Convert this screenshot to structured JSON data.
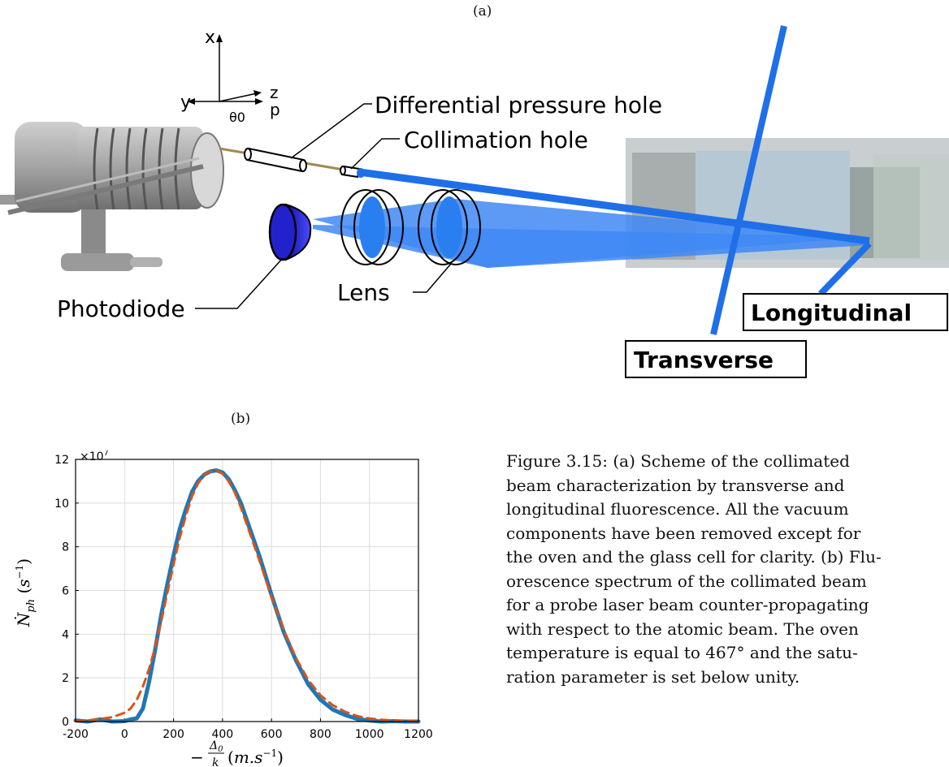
{
  "panel_a_label": "(a)",
  "panel_b_label": "(b)",
  "scheme": {
    "axes": {
      "x": "x",
      "y": "y",
      "z": "z",
      "p": "p",
      "theta": "θ0"
    },
    "labels": {
      "differential_pressure_hole": "Differential pressure hole",
      "collimation_hole": "Collimation hole",
      "photodiode": "Photodiode",
      "lens": "Lens",
      "longitudinal": "Longitudinal",
      "transverse": "Transverse"
    },
    "colors": {
      "laser": "#1f6fe8",
      "photodiode": "#2222cc",
      "lens_fill": "#2a7ff0"
    }
  },
  "caption_lines": [
    "Figure 3.15: (a) Scheme of the collimated",
    "beam characterization by transverse and",
    "longitudinal fluorescence. All the vacuum",
    "components have been removed except for",
    "the oven and the glass cell for clarity. (b) Flu-",
    "orescence spectrum of the collimated beam",
    "for a probe laser beam counter-propagating",
    "with respect to the atomic beam. The oven",
    "temperature is equal to 467° and the satu-",
    "ration parameter is set below unity."
  ],
  "chart_data": {
    "type": "line",
    "title": "",
    "xlabel": "−Δ0/k (m.s−1)",
    "ylabel": "Ṅph (s−1)",
    "y_multiplier": "×10^7",
    "xlim": [
      -200,
      1200
    ],
    "ylim": [
      0,
      12
    ],
    "xticks": [
      -200,
      0,
      200,
      400,
      600,
      800,
      1000,
      1200
    ],
    "yticks": [
      0,
      2,
      4,
      6,
      8,
      10,
      12
    ],
    "grid": true,
    "series": [
      {
        "style": "solid",
        "color": "#1f77b4",
        "x": [
          -200,
          -150,
          -100,
          -50,
          0,
          25,
          50,
          75,
          100,
          125,
          150,
          175,
          200,
          225,
          250,
          275,
          300,
          325,
          350,
          375,
          400,
          425,
          450,
          475,
          500,
          550,
          600,
          650,
          700,
          750,
          800,
          850,
          900,
          950,
          1000,
          1050,
          1100,
          1150,
          1200
        ],
        "y": [
          0.05,
          0.0,
          0.1,
          0.0,
          0.02,
          0.1,
          0.15,
          0.6,
          1.8,
          3.3,
          4.9,
          6.3,
          7.6,
          8.8,
          9.7,
          10.5,
          11.0,
          11.3,
          11.45,
          11.5,
          11.4,
          11.1,
          10.6,
          10.0,
          9.2,
          7.6,
          5.8,
          4.1,
          2.8,
          1.7,
          1.0,
          0.55,
          0.3,
          0.12,
          0.05,
          0.0,
          0.02,
          0.0,
          0.0
        ]
      },
      {
        "style": "dashed",
        "color": "#d95319",
        "x": [
          -200,
          -150,
          -100,
          -50,
          0,
          25,
          50,
          75,
          100,
          125,
          150,
          175,
          200,
          225,
          250,
          275,
          300,
          325,
          350,
          375,
          400,
          425,
          450,
          475,
          500,
          550,
          600,
          650,
          700,
          750,
          800,
          850,
          900,
          950,
          1000,
          1050,
          1100,
          1150,
          1200
        ],
        "y": [
          0.02,
          0.05,
          0.12,
          0.2,
          0.4,
          0.6,
          1.0,
          1.6,
          2.4,
          3.4,
          4.6,
          5.9,
          7.2,
          8.4,
          9.4,
          10.3,
          10.9,
          11.3,
          11.45,
          11.5,
          11.35,
          11.0,
          10.5,
          9.8,
          9.0,
          7.4,
          5.7,
          4.2,
          2.9,
          1.9,
          1.2,
          0.75,
          0.45,
          0.25,
          0.14,
          0.08,
          0.05,
          0.03,
          0.02
        ]
      }
    ]
  }
}
